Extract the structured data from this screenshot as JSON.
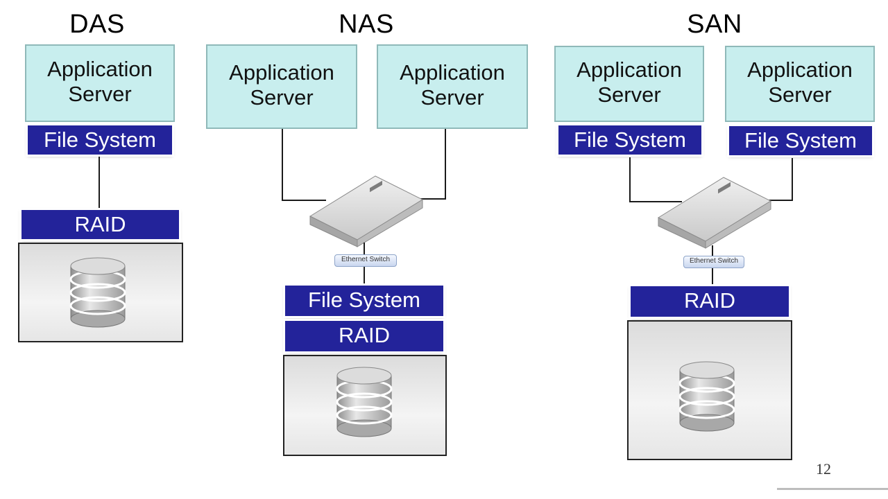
{
  "sections": {
    "das": {
      "title": "DAS",
      "server": {
        "line1": "Application",
        "line2": "Server"
      },
      "file_system": "File System",
      "raid": "RAID"
    },
    "nas": {
      "title": "NAS",
      "server_left": {
        "line1": "Application",
        "line2": "Server"
      },
      "server_right": {
        "line1": "Application",
        "line2": "Server"
      },
      "switch_label": "Ethernet Switch",
      "file_system": "File System",
      "raid": "RAID"
    },
    "san": {
      "title": "SAN",
      "server_left": {
        "line1": "Application",
        "line2": "Server"
      },
      "server_right": {
        "line1": "Application",
        "line2": "Server"
      },
      "file_system_left": "File System",
      "file_system_right": "File System",
      "switch_label": "Ethernet Switch",
      "raid": "RAID"
    }
  },
  "page_number": "12",
  "colors": {
    "server_fill": "#c8eeee",
    "bar_fill": "#23239a",
    "bar_text": "#ffffff"
  }
}
